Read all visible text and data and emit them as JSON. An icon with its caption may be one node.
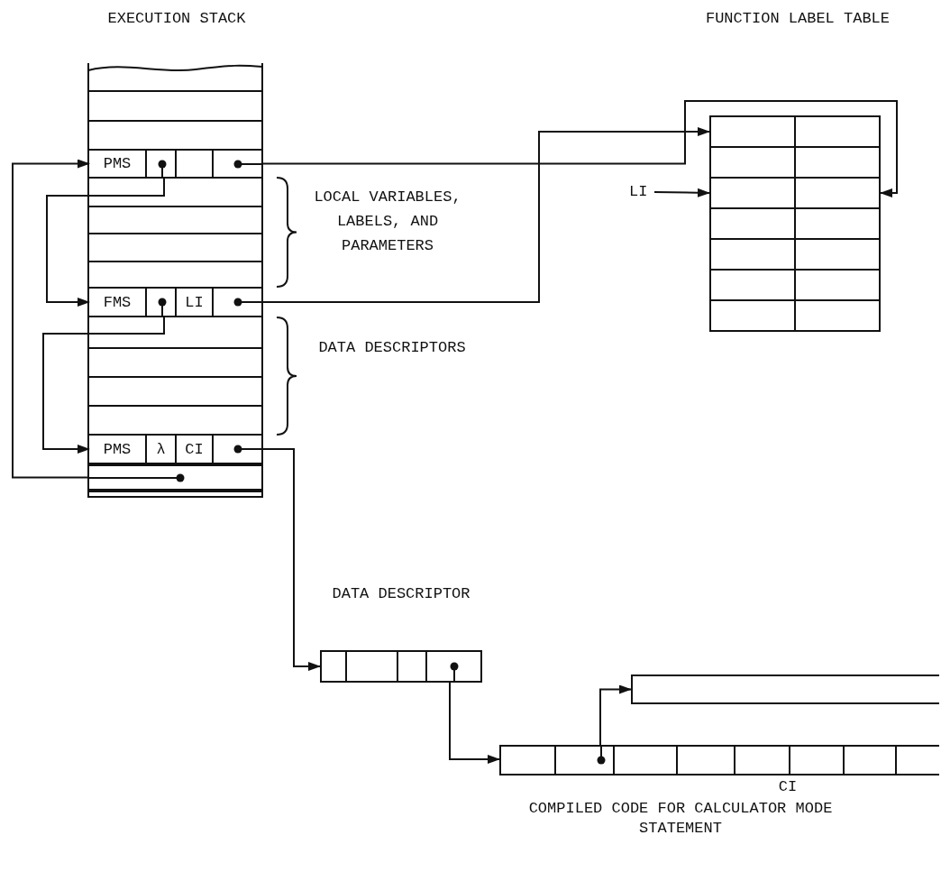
{
  "diagram": {
    "nodes": [
      {
        "text": [
          "EXECUTION STACK"
        ]
      },
      {
        "text": [
          "PMS"
        ],
        "in": 0
      },
      {
        "text": [
          "FMS",
          "LI"
        ],
        "in": 0
      },
      {
        "text": [
          "PMS",
          "λ",
          "CI"
        ],
        "in": 0
      },
      {
        "text": [],
        "shape": "box",
        "in": 0
      },
      {
        "text": [
          "FUNCTION LABEL TABLE"
        ]
      },
      {
        "text": [],
        "shape": "box",
        "in": 5
      },
      {
        "text": [],
        "shape": "box",
        "in": 5
      },
      {
        "text": [],
        "shape": "box",
        "in": 5
      },
      {
        "text": [],
        "shape": "box",
        "in": 5
      },
      {
        "text": [],
        "shape": "box",
        "in": 5
      },
      {
        "text": [],
        "shape": "box",
        "in": 5
      },
      {
        "text": [],
        "shape": "box",
        "in": 5
      },
      {
        "text": [],
        "shape": "box",
        "in": 5
      },
      {
        "text": [],
        "shape": "box",
        "in": 5
      },
      {
        "text": [],
        "shape": "box",
        "in": 5
      },
      {
        "text": [],
        "shape": "box",
        "in": 5
      },
      {
        "text": [],
        "shape": "box",
        "in": 5
      },
      {
        "text": [],
        "shape": "box",
        "in": 5
      },
      {
        "text": [],
        "shape": "box",
        "in": 5
      },
      {
        "text": [
          "LI"
        ]
      },
      {
        "text": [
          "DATA DESCRIPTOR"
        ]
      },
      {
        "text": [
          "CI",
          "COMPILED CODE FOR CALCULATOR MODE STATEMENT"
        ]
      },
      {
        "text": [],
        "shape": "bar"
      }
    ],
    "edges": [
      {
        "from": 1,
        "to": 2,
        "arrow": "to"
      },
      {
        "from": 2,
        "to": 3,
        "arrow": "to"
      },
      {
        "from": 4,
        "to": 1,
        "arrow": "to"
      },
      {
        "from": 1,
        "to": 11,
        "arrow": "to"
      },
      {
        "from": 2,
        "to": 6,
        "arrow": "to"
      },
      {
        "from": 20,
        "to": 10,
        "arrow": "to"
      },
      {
        "from": 3,
        "to": 21,
        "arrow": "to"
      },
      {
        "from": 21,
        "to": 22,
        "arrow": "to"
      },
      {
        "from": 22,
        "to": 23,
        "arrow": "to"
      }
    ],
    "labels": [
      "LOCAL VARIABLES, LABELS, AND PARAMETERS",
      "DATA DESCRIPTORS"
    ]
  }
}
